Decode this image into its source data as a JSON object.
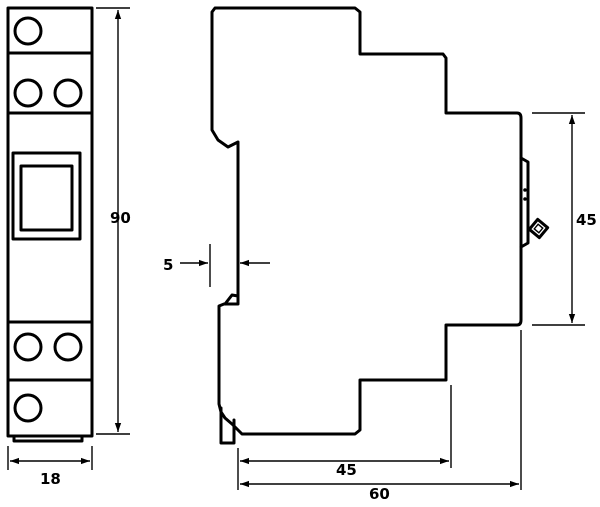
{
  "dimensions": {
    "height_front": "90",
    "width_front": "18",
    "din_rail_offset": "5",
    "front_height": "45",
    "depth_front": "45",
    "depth_total": "60"
  }
}
